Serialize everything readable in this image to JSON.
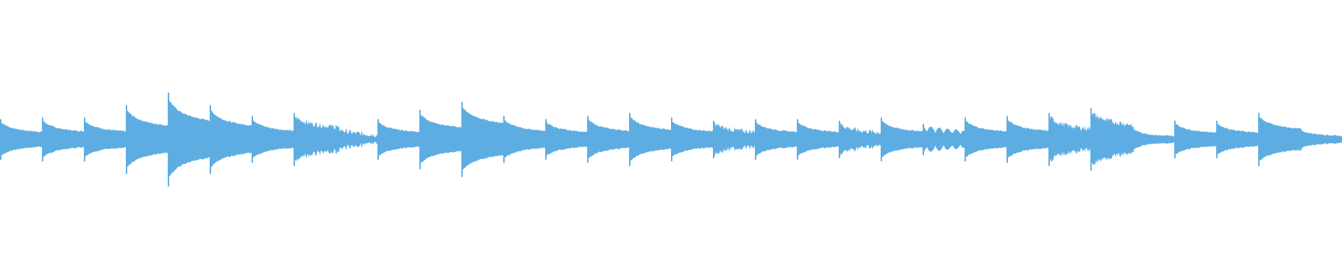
{
  "waveform": {
    "color": "#5dade2",
    "background": "#ffffff",
    "segments": [
      {
        "amp": 0.13,
        "decay": 0.55,
        "style": "smooth"
      },
      {
        "amp": 0.14,
        "decay": 0.55,
        "style": "smooth"
      },
      {
        "amp": 0.14,
        "decay": 0.55,
        "style": "smooth"
      },
      {
        "amp": 0.22,
        "decay": 0.6,
        "style": "smooth"
      },
      {
        "amp": 0.3,
        "decay": 0.6,
        "style": "smooth"
      },
      {
        "amp": 0.22,
        "decay": 0.6,
        "style": "smooth"
      },
      {
        "amp": 0.15,
        "decay": 0.55,
        "style": "smooth"
      },
      {
        "amp": 0.17,
        "decay": 0.7,
        "style": "jagged"
      },
      {
        "amp": 0.09,
        "decay": 0.5,
        "style": "jagged"
      },
      {
        "amp": 0.13,
        "decay": 0.55,
        "style": "smooth"
      },
      {
        "amp": 0.19,
        "decay": 0.6,
        "style": "smooth"
      },
      {
        "amp": 0.24,
        "decay": 0.65,
        "style": "smooth"
      },
      {
        "amp": 0.15,
        "decay": 0.55,
        "style": "smooth"
      },
      {
        "amp": 0.13,
        "decay": 0.55,
        "style": "smooth"
      },
      {
        "amp": 0.15,
        "decay": 0.55,
        "style": "smooth"
      },
      {
        "amp": 0.17,
        "decay": 0.55,
        "style": "smooth"
      },
      {
        "amp": 0.14,
        "decay": 0.55,
        "style": "smooth"
      },
      {
        "amp": 0.12,
        "decay": 0.6,
        "style": "jagged"
      },
      {
        "amp": 0.13,
        "decay": 0.55,
        "style": "smooth"
      },
      {
        "amp": 0.13,
        "decay": 0.55,
        "style": "smooth"
      },
      {
        "amp": 0.12,
        "decay": 0.55,
        "style": "jagged"
      },
      {
        "amp": 0.14,
        "decay": 0.55,
        "style": "smooth"
      },
      {
        "amp": 0.1,
        "decay": 0.3,
        "style": "wobble"
      },
      {
        "amp": 0.14,
        "decay": 0.55,
        "style": "smooth"
      },
      {
        "amp": 0.15,
        "decay": 0.55,
        "style": "smooth"
      },
      {
        "amp": 0.17,
        "decay": 0.6,
        "style": "jagged"
      },
      {
        "amp": 0.2,
        "decay": 0.7,
        "style": "jagged"
      },
      {
        "amp": 0.08,
        "decay": 0.4,
        "style": "smooth"
      },
      {
        "amp": 0.12,
        "decay": 0.55,
        "style": "smooth"
      },
      {
        "amp": 0.12,
        "decay": 0.55,
        "style": "smooth"
      },
      {
        "amp": 0.17,
        "decay": 0.6,
        "style": "smooth"
      },
      {
        "amp": 0.07,
        "decay": 0.5,
        "style": "smooth"
      }
    ]
  }
}
